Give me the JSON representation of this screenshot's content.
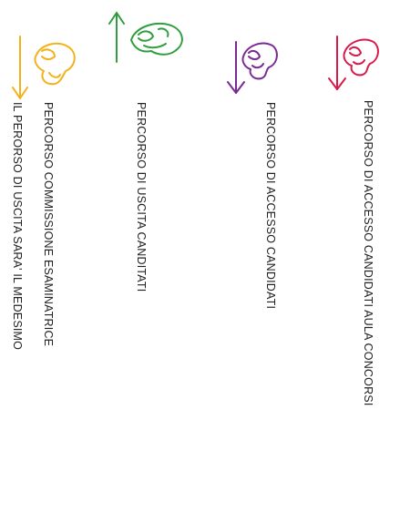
{
  "legend": [
    {
      "label": "PERCORSO  DI ACCESSO  CANDIDATI  AULA CONCORSI",
      "color": "#d81b4a",
      "icon": "figure-with-arrow-down-icon"
    },
    {
      "label": "PERCORSO  DI ACCESSO  CANDIDATI",
      "color": "#7b2a95",
      "icon": "figure-with-arrow-down-icon"
    },
    {
      "label": "PERCORSO  DI USCITA  CANDITATI",
      "color": "#2e9e3e",
      "icon": "figure-with-arrow-up-icon"
    },
    {
      "label": "PERCORSO  COMMISSIONE ESAMINATRICE",
      "color": "#f3b21b",
      "icon": "figure-with-arrow-down-icon"
    },
    {
      "label": "IL PERORSO DI USCITA SARA' IL MEDESIMO",
      "color": "",
      "icon": ""
    }
  ]
}
